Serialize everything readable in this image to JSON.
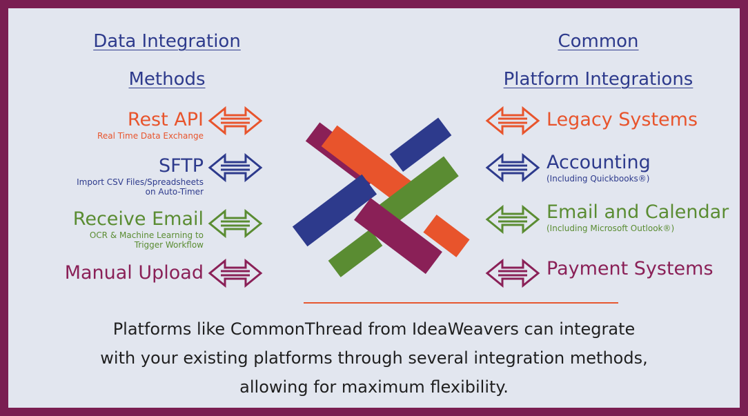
{
  "left_heading": {
    "line1": "Data Integration",
    "line2": "Methods"
  },
  "right_heading": {
    "line1": "Common",
    "line2": "Platform Integrations"
  },
  "methods": [
    {
      "title": "Rest API",
      "subtitle1": "Real Time Data Exchange",
      "subtitle2": "",
      "color": "#e8542c"
    },
    {
      "title": "SFTP",
      "subtitle1": "Import CSV Files/Spreadsheets",
      "subtitle2": "on Auto-Timer",
      "color": "#2d3a8c"
    },
    {
      "title": "Receive Email",
      "subtitle1": "OCR & Machine Learning to",
      "subtitle2": "Trigger Workflow",
      "color": "#5a8c32"
    },
    {
      "title": "Manual Upload",
      "subtitle1": "",
      "subtitle2": "",
      "color": "#8a2057"
    }
  ],
  "platforms": [
    {
      "title": "Legacy Systems",
      "subtitle": "",
      "color": "#e8542c"
    },
    {
      "title": "Accounting",
      "subtitle": "(Including Quickbooks®)",
      "color": "#2d3a8c"
    },
    {
      "title": "Email and Calendar",
      "subtitle": "(Including Microsoft Outlook®)",
      "color": "#5a8c32"
    },
    {
      "title": "Payment Systems",
      "subtitle": "",
      "color": "#8a2057"
    }
  ],
  "footer": {
    "line1": "Platforms like CommonThread from IdeaWeavers can integrate",
    "line2": "with your existing platforms through several integration methods,",
    "line3": "allowing for maximum flexibility."
  },
  "colors": {
    "frame": "#7a1f52",
    "background": "#e2e6ef",
    "orange": "#e8542c",
    "blue": "#2d3a8c",
    "green": "#5a8c32",
    "maroon": "#8a2057"
  },
  "icons": {
    "double_arrow": "double-arrow-icon",
    "logo": "woven-strips-logo"
  }
}
